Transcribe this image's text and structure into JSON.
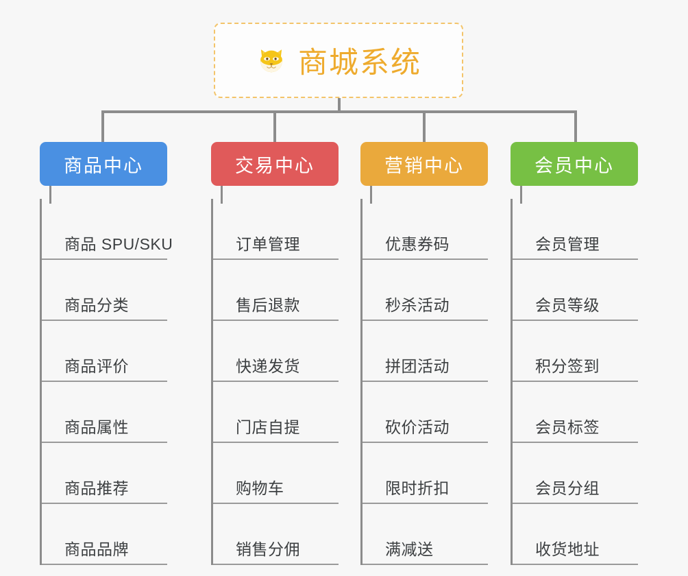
{
  "page": {
    "background_color": "#f7f7f7",
    "line_color": "#8c8c8c"
  },
  "root": {
    "title": "商城系统",
    "icon": "shiba-dog-face-icon",
    "text_color": "#eeab2e",
    "border_color": "#f3c46a",
    "background_color": "#fdfdfd"
  },
  "columns": [
    {
      "id": "product-center",
      "title": "商品中心",
      "color": "#4a90e2",
      "items": [
        "商品 SPU/SKU",
        "商品分类",
        "商品评价",
        "商品属性",
        "商品推荐",
        "商品品牌"
      ]
    },
    {
      "id": "trade-center",
      "title": "交易中心",
      "color": "#e05a5a",
      "items": [
        "订单管理",
        "售后退款",
        "快递发货",
        "门店自提",
        "购物车",
        "销售分佣"
      ]
    },
    {
      "id": "marketing-center",
      "title": "营销中心",
      "color": "#eaa93c",
      "items": [
        "优惠券码",
        "秒杀活动",
        "拼团活动",
        "砍价活动",
        "限时折扣",
        "满减送"
      ]
    },
    {
      "id": "member-center",
      "title": "会员中心",
      "color": "#77c044",
      "items": [
        "会员管理",
        "会员等级",
        "积分签到",
        "会员标签",
        "会员分组",
        "收货地址"
      ]
    }
  ]
}
